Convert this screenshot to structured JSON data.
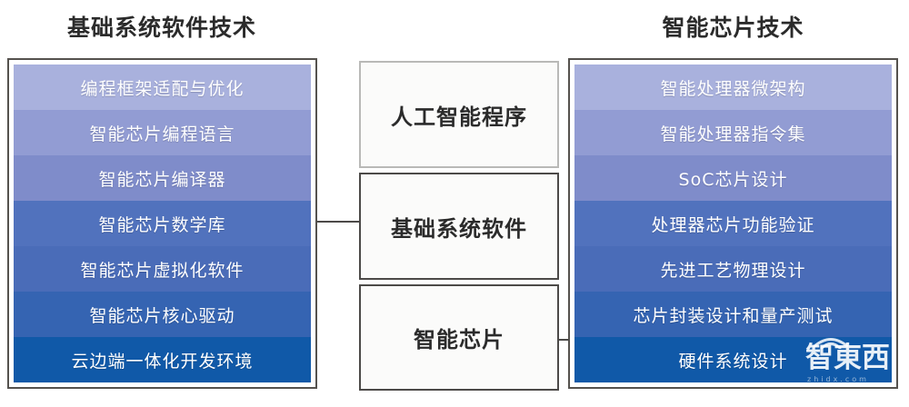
{
  "diagram": {
    "title_left": "基础系统软件技术",
    "title_right": "智能芯片技术",
    "left_column": {
      "items": [
        {
          "label": "编程框架适配与优化",
          "color": "#a9b1dd"
        },
        {
          "label": "智能芯片编程语言",
          "color": "#929cd3"
        },
        {
          "label": "智能芯片编译器",
          "color": "#7f8cca"
        },
        {
          "label": "智能芯片数学库",
          "color": "#5172bd"
        },
        {
          "label": "智能芯片虚拟化软件",
          "color": "#4a6cb8"
        },
        {
          "label": "智能芯片核心驱动",
          "color": "#3564b2"
        },
        {
          "label": "云边端一体化开发环境",
          "color": "#1059a8"
        }
      ]
    },
    "right_column": {
      "items": [
        {
          "label": "智能处理器微架构",
          "color": "#a9b1dd"
        },
        {
          "label": "智能处理器指令集",
          "color": "#929cd3"
        },
        {
          "label": "SoC芯片设计",
          "color": "#7f8cca"
        },
        {
          "label": "处理器芯片功能验证",
          "color": "#5172bd"
        },
        {
          "label": "先进工艺物理设计",
          "color": "#4a6cb8"
        },
        {
          "label": "芯片封装设计和量产测试",
          "color": "#3564b2"
        },
        {
          "label": "硬件系统设计",
          "color": "#1059a8"
        }
      ]
    },
    "center_column": {
      "boxes": [
        {
          "label": "人工智能程序"
        },
        {
          "label": "基础系统软件"
        },
        {
          "label": "智能芯片"
        }
      ]
    },
    "watermark": {
      "glyphs": "智東西",
      "url": "zhidx.com"
    },
    "colors": {
      "frame_border": "#55524e",
      "center_border_strong": "#4c4a48",
      "center_border_light": "#b9b9b7",
      "title_text": "#2b2b2b",
      "band_text": "#ffffff",
      "background": "#ffffff"
    }
  }
}
